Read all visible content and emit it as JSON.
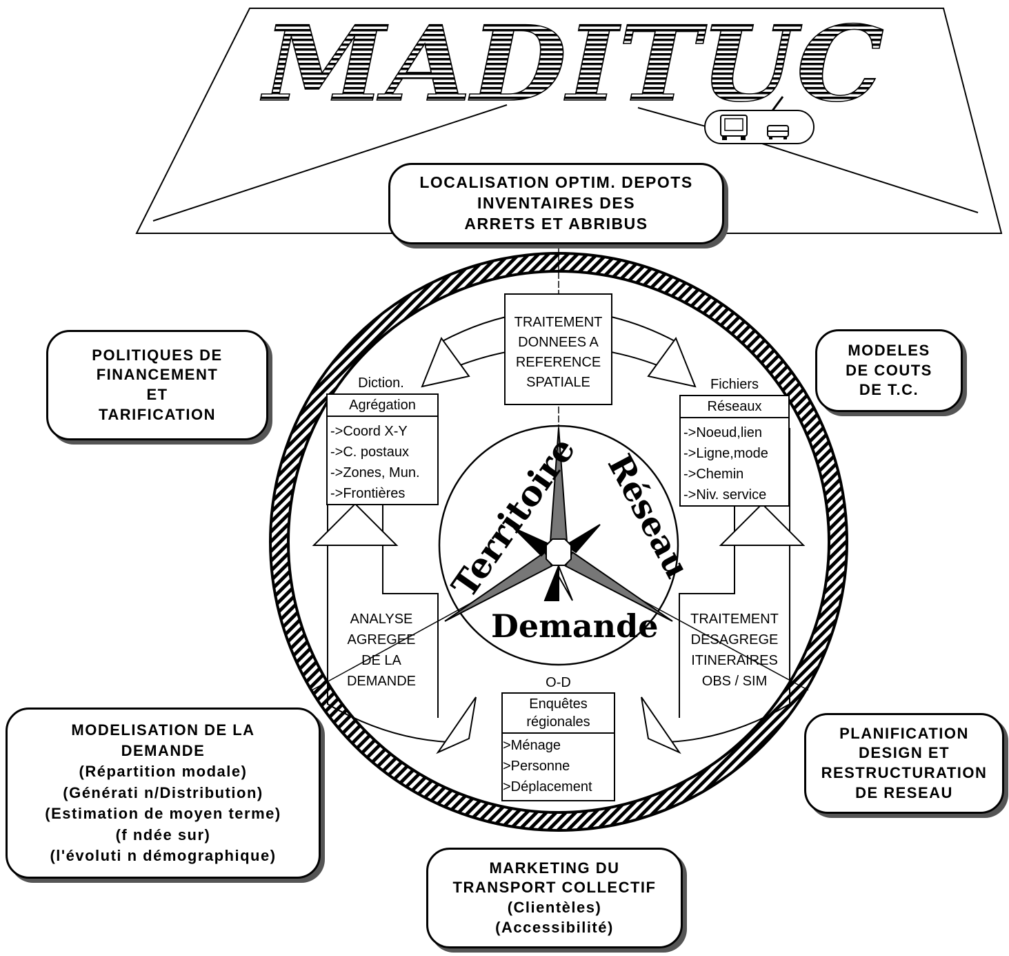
{
  "logo_text": "MADITUC",
  "center": {
    "sector_top_left": "Territoire",
    "sector_top_right": "Réseau",
    "sector_bottom": "Demande"
  },
  "process": {
    "top": [
      "TRAITEMENT",
      "DONNEES A",
      "REFERENCE",
      "SPATIALE"
    ],
    "left": [
      "ANALYSE",
      "AGREGEE",
      "DE LA",
      "DEMANDE"
    ],
    "right": [
      "TRAITEMENT",
      "DESAGREGE",
      "ITINERAIRES",
      "OBS / SIM"
    ]
  },
  "panels": {
    "left": {
      "label": "Diction.",
      "header": "Agrégation",
      "items": [
        "->Coord X-Y",
        "->C. postaux",
        "->Zones, Mun.",
        "->Frontières"
      ]
    },
    "right": {
      "label": "Fichiers",
      "header": "Réseaux",
      "items": [
        "->Noeud,lien",
        "->Ligne,mode",
        "->Chemin",
        "->Niv. service"
      ]
    },
    "bottom": {
      "label": "O-D",
      "header": [
        "Enquêtes",
        "régionales"
      ],
      "items": [
        ">Ménage",
        ">Personne",
        ">Déplacement"
      ]
    }
  },
  "boxes": {
    "top": [
      "LOCALISATION OPTIM. DEPOTS",
      "INVENTAIRES DES",
      "ARRETS ET ABRIBUS"
    ],
    "left": [
      "POLITIQUES DE",
      "FINANCEMENT",
      "ET",
      "TARIFICATION"
    ],
    "right": [
      "MODELES",
      "DE COUTS",
      "DE T.C."
    ],
    "bottom_left": [
      "MODELISATION DE LA",
      "DEMANDE",
      "(Répartition  modale)",
      "(Générati n/Distribution)",
      "(Estimation de moyen terme)",
      "(f ndée sur)",
      "(l'évoluti n  démographique)"
    ],
    "bottom": [
      "MARKETING DU",
      "TRANSPORT COLLECTIF",
      "(Clientèles)",
      "(Accessibilité)"
    ],
    "bottom_right": [
      "PLANIFICATION",
      "DESIGN ET",
      "RESTRUCTURATION",
      "DE RESEAU"
    ]
  },
  "icons": [
    "computer-icon",
    "bus-icon"
  ]
}
